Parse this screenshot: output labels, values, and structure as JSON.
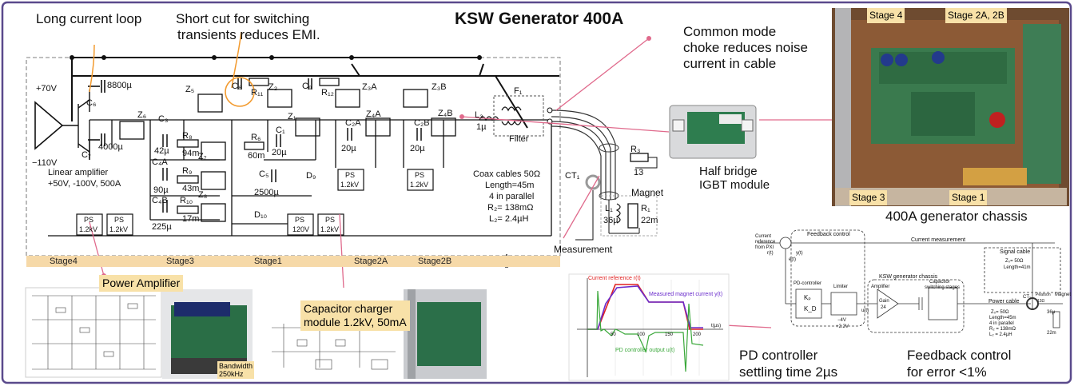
{
  "title": "KSW Generator 400A",
  "annotations": {
    "long_loop": "Long current loop",
    "short_cut": [
      "Short cut for switching",
      "transients reduces EMI."
    ],
    "common_mode": [
      "Common mode",
      "choke reduces noise",
      "current in cable"
    ],
    "half_bridge": [
      "Half bridge",
      "IGBT module"
    ],
    "chassis": "400A generator chassis",
    "pd_settling": [
      "PD controller",
      "settling time 2µs"
    ],
    "feedback": [
      "Feedback control",
      "for error <1%"
    ],
    "measurement": "Measurement",
    "filter": "Filter",
    "magnet": "Magnet",
    "linear_amp": [
      "Linear amplifier",
      "+50V, -100V, 500A"
    ],
    "coax": [
      "Coax cables 50Ω",
      "Length=45m",
      "4 in parallel",
      "R₂= 138mΩ",
      "L₂= 2.4µH"
    ]
  },
  "callouts": {
    "power_amp": "Power Amplifier",
    "cap_charger": [
      "Capacitor charger",
      "module 1.2kV, 50mA"
    ],
    "bandwidth": [
      "Bandwidth",
      "250kHz"
    ]
  },
  "chassis_stages": {
    "s4": "Stage 4",
    "s2": "Stage 2A, 2B",
    "s3": "Stage 3",
    "s1": "Stage 1"
  },
  "stages": [
    "Stage4",
    "Stage3",
    "Stage1",
    "Stage2A",
    "Stage2B"
  ],
  "components": {
    "v70": "+70V",
    "v110": "−110V",
    "c6": "C₆",
    "c7": "C₇",
    "c6v": "8800µ",
    "c7v": "4000µ",
    "z5": "Z₅",
    "z6": "Z₆",
    "z7": "Z₇",
    "z8": "Z₈",
    "z1": "Z₁",
    "z2": "Z₂",
    "z3a": "Z₃A",
    "z4a": "Z₄A",
    "z3b": "Z₃B",
    "z4b": "Z₄B",
    "c3": "C₃",
    "c3v": "42µ",
    "c4a": "C₄A",
    "c4av": "90µ",
    "c4b": "C₄B",
    "c4bv": "225µ",
    "r8": "R₈",
    "r8v": "94m",
    "r9": "R₉",
    "r9v": "43m",
    "r10": "R₁₀",
    "r10v": "17m",
    "c8": "C₈",
    "r11": "R₁₁",
    "c9": "C₉",
    "r12": "R₁₂",
    "r6": "R₆",
    "r6v": "60m",
    "c1": "C₁",
    "c1v": "20µ",
    "c5": "C₅",
    "c5v": "2500µ",
    "d9": "D₉",
    "d10": "D₁₀",
    "c2a": "C₂A",
    "c2av": "20µ",
    "c2b": "C₂B",
    "c2bv": "20µ",
    "l3": "L₃",
    "l3v": "1µ",
    "f1": "F₁",
    "r3": "R₃",
    "r3v": "13",
    "ct1": "CT₁",
    "l1": "L₁",
    "l1v": "36µ",
    "r1": "R₁",
    "r1v": "22m",
    "ps": "PS",
    "ps12": "1.2kV",
    "ps120": "120V"
  },
  "block": {
    "feedback_control": "Feedback control",
    "current_ref": [
      "Current",
      "reference",
      "from PXI"
    ],
    "current_meas": "Current measurement",
    "signal_cable": "Signal cable",
    "z0": "Z₀= 50Ω",
    "len41": "Length=41m",
    "pd": "PD-controller",
    "kp": "Kₚ",
    "kd": "K_D",
    "limiter": "Limiter",
    "lim_lo": "−4V",
    "lim_hi": "+2.2V",
    "ksw_chassis": "KSW generator chassis",
    "amplifier": "Amplifier",
    "gain": "Gain",
    "gain_v": "24",
    "cap_stages": [
      "Capacitor",
      "switching stages"
    ],
    "power_cable": "Power cable",
    "z0p": "Z₀= 50Ω",
    "len45": "Length=45m",
    "par4": "4 in parallel",
    "r2": "R₂ = 138mΩ",
    "l2": "L₂ = 2.4µH",
    "ct1": "CT₁",
    "pearson": "Pearson",
    "magnet": "Magnet",
    "r_36": "36µ",
    "r_22": "22m",
    "r_13": "13Ω",
    "e": "e(t)",
    "r": "r(t)",
    "y": "y(t)",
    "u": "u(t)"
  },
  "plot": {
    "current_ref": "Current reference r(t)",
    "meas_current": "Measured magnet current y(t)",
    "pd_output": "PD controller output u(t)",
    "ticks_x": [
      "50",
      "100",
      "150",
      "200"
    ],
    "tick_end": "t(µs)"
  },
  "colors": {
    "frame": "#5a4a8c",
    "accent_line": "#e06a8c",
    "orange": "#f29a2e",
    "callout_bg": "#f8e1a8",
    "stage_bar": "#f6d9a8",
    "ref_red": "#e02020",
    "meas_purple": "#6a2ccc",
    "pd_green": "#3aa83a"
  }
}
